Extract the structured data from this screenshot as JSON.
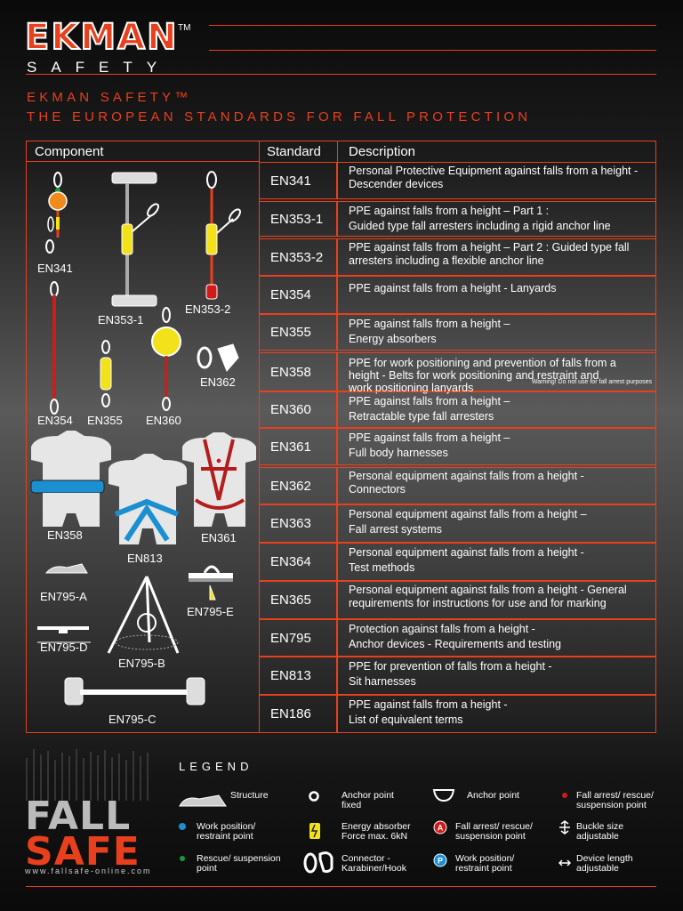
{
  "header": {
    "brand_main": "EKMAN",
    "brand_tm": "TM",
    "brand_sub": "SAFETY",
    "title_line1": "EKMAN SAFETY™",
    "title_line2": "THE EUROPEAN STANDARDS FOR FALL PROTECTION"
  },
  "table": {
    "columns": [
      "Component",
      "Standard",
      "Description"
    ],
    "rows": [
      {
        "standard": "EN341",
        "desc1": "Personal Protective Equipment against falls from a height -",
        "desc2": "Descender devices"
      },
      {
        "standard": "EN353-1",
        "desc1": "PPE against falls from a height – Part 1 :",
        "desc2": "Guided type fall arresters  including a rigid anchor line"
      },
      {
        "standard": "EN353-2",
        "desc1": "PPE against falls from a height – Part 2 : Guided type fall",
        "desc2": "arresters including a flexible anchor line"
      },
      {
        "standard": "EN354",
        "desc1": "PPE against falls from a height - Lanyards",
        "desc2": ""
      },
      {
        "standard": "EN355",
        "desc1": "PPE against falls from a height –",
        "desc2": "Energy absorbers"
      },
      {
        "standard": "EN358",
        "desc1": "PPE for work positioning and prevention of falls from a",
        "desc2": "height - Belts for work positioning and restraint and",
        "desc3": "work positioning lanyards",
        "warning": "Warning! Do not use for fall arrest purposes"
      },
      {
        "standard": "EN360",
        "desc1": "PPE against falls from a height –",
        "desc2": "Retractable type fall arresters"
      },
      {
        "standard": "EN361",
        "desc1": "PPE against falls from a height –",
        "desc2": "Full body harnesses"
      },
      {
        "standard": "EN362",
        "desc1": "Personal equipment against falls from a height -",
        "desc2": "Connectors"
      },
      {
        "standard": "EN363",
        "desc1": "Personal equipment against falls from a height –",
        "desc2": "Fall arrest systems"
      },
      {
        "standard": "EN364",
        "desc1": "Personal equipment against falls from a height -",
        "desc2": "Test methods"
      },
      {
        "standard": "EN365",
        "desc1": "Personal equipment against falls from a height - General",
        "desc2": "requirements for instructions for use and for marking"
      },
      {
        "standard": "EN795",
        "desc1": "Protection against falls from a height -",
        "desc2": "Anchor devices - Requirements and testing"
      },
      {
        "standard": "EN813",
        "desc1": "PPE for prevention of falls from a height -",
        "desc2": "Sit harnesses"
      },
      {
        "standard": "EN186",
        "desc1": "PPE against falls from a height -",
        "desc2": "List of equivalent terms"
      }
    ]
  },
  "components": {
    "en341": "EN341",
    "en353_1": "EN353-1",
    "en353_2": "EN353-2",
    "en354": "EN354",
    "en355": "EN355",
    "en360": "EN360",
    "en362": "EN362",
    "en358": "EN358",
    "en813": "EN813",
    "en361": "EN361",
    "en795a": "EN795-A",
    "en795e": "EN795-E",
    "en795d": "EN795-D",
    "en795b": "EN795-B",
    "en795c": "EN795-C"
  },
  "footer": {
    "logo_line1": "FALL",
    "logo_line2": "SAFE",
    "website": "www.fallsafe-online.com",
    "legend_title": "LEGEND",
    "legend": {
      "structure": "Structure",
      "anchor_fixed_1": "Anchor point",
      "anchor_fixed_2": "fixed",
      "anchor_point": "Anchor point",
      "fall_arrest_dot_1": "Fall arrest/ rescue/",
      "fall_arrest_dot_2": "suspension point",
      "work_position_1": "Work position/",
      "work_position_2": "restraint point",
      "energy_absorber_1": "Energy absorber",
      "energy_absorber_2": "Force max. 6kN",
      "fall_arrest_a_1": "Fall arrest/ rescue/",
      "fall_arrest_a_2": "suspension point",
      "buckle_1": "Buckle size",
      "buckle_2": "adjustable",
      "rescue_1": "Rescue/ suspension",
      "rescue_2": "point",
      "connector_1": "Connector -",
      "connector_2": "Karabiner/Hook",
      "work_p_1": "Work position/",
      "work_p_2": "restraint point",
      "device_1": "Device length",
      "device_2": "adjustable"
    }
  },
  "colors": {
    "accent": "#e8401c",
    "yellow": "#f3e21a",
    "blue": "#1b8fd0",
    "green": "#1a9a3a",
    "red": "#d21a1a"
  }
}
